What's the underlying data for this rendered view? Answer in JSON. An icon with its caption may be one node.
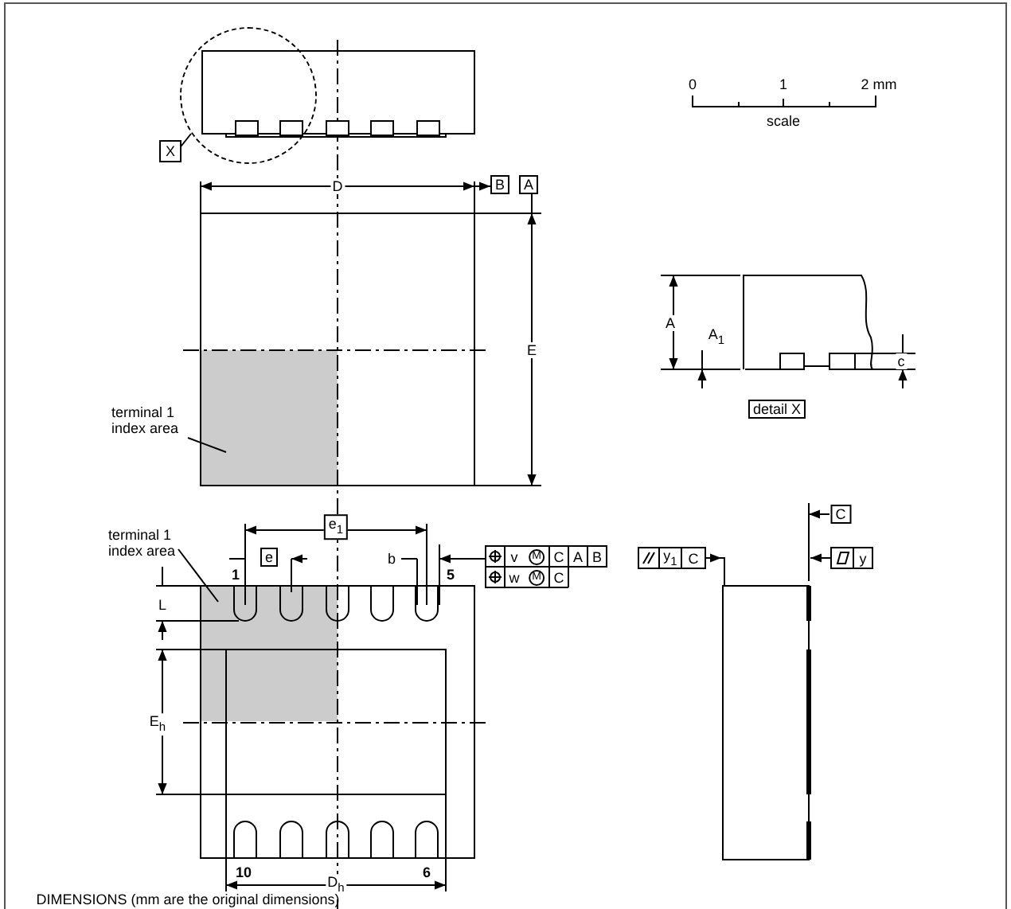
{
  "diagram": {
    "nodes": [
      {
        "text": [
          "terminal 1 index area"
        ]
      },
      {
        "text": [],
        "shape": "box"
      },
      {
        "text": [
          "terminal 1 index area"
        ]
      },
      {
        "text": [],
        "shape": "box"
      },
      {
        "text": [
          "X"
        ]
      },
      {
        "text": [],
        "shape": "circle"
      }
    ],
    "edges": [
      {
        "from": 0,
        "to": 1,
        "arrow": "none"
      },
      {
        "from": 2,
        "to": 3,
        "arrow": "none"
      },
      {
        "from": 4,
        "to": 5,
        "arrow": "none"
      }
    ],
    "labels": [
      "D",
      "B",
      "A",
      "0",
      "1",
      "2 mm",
      "scale",
      "E",
      "A",
      "A$_{1}$",
      "c",
      "detail X",
      "e$_{1}$",
      "C",
      "e",
      "b",
      "1",
      "5",
      "v",
      "M",
      "C",
      "A",
      "B",
      "w",
      "M",
      "C",
      "y$_{1}$",
      "C",
      "y",
      "L",
      "E$_{h}$",
      "10",
      "D$_{h}$",
      "6",
      "DIMENSIONS (mm are the original dimensions)"
    ]
  }
}
